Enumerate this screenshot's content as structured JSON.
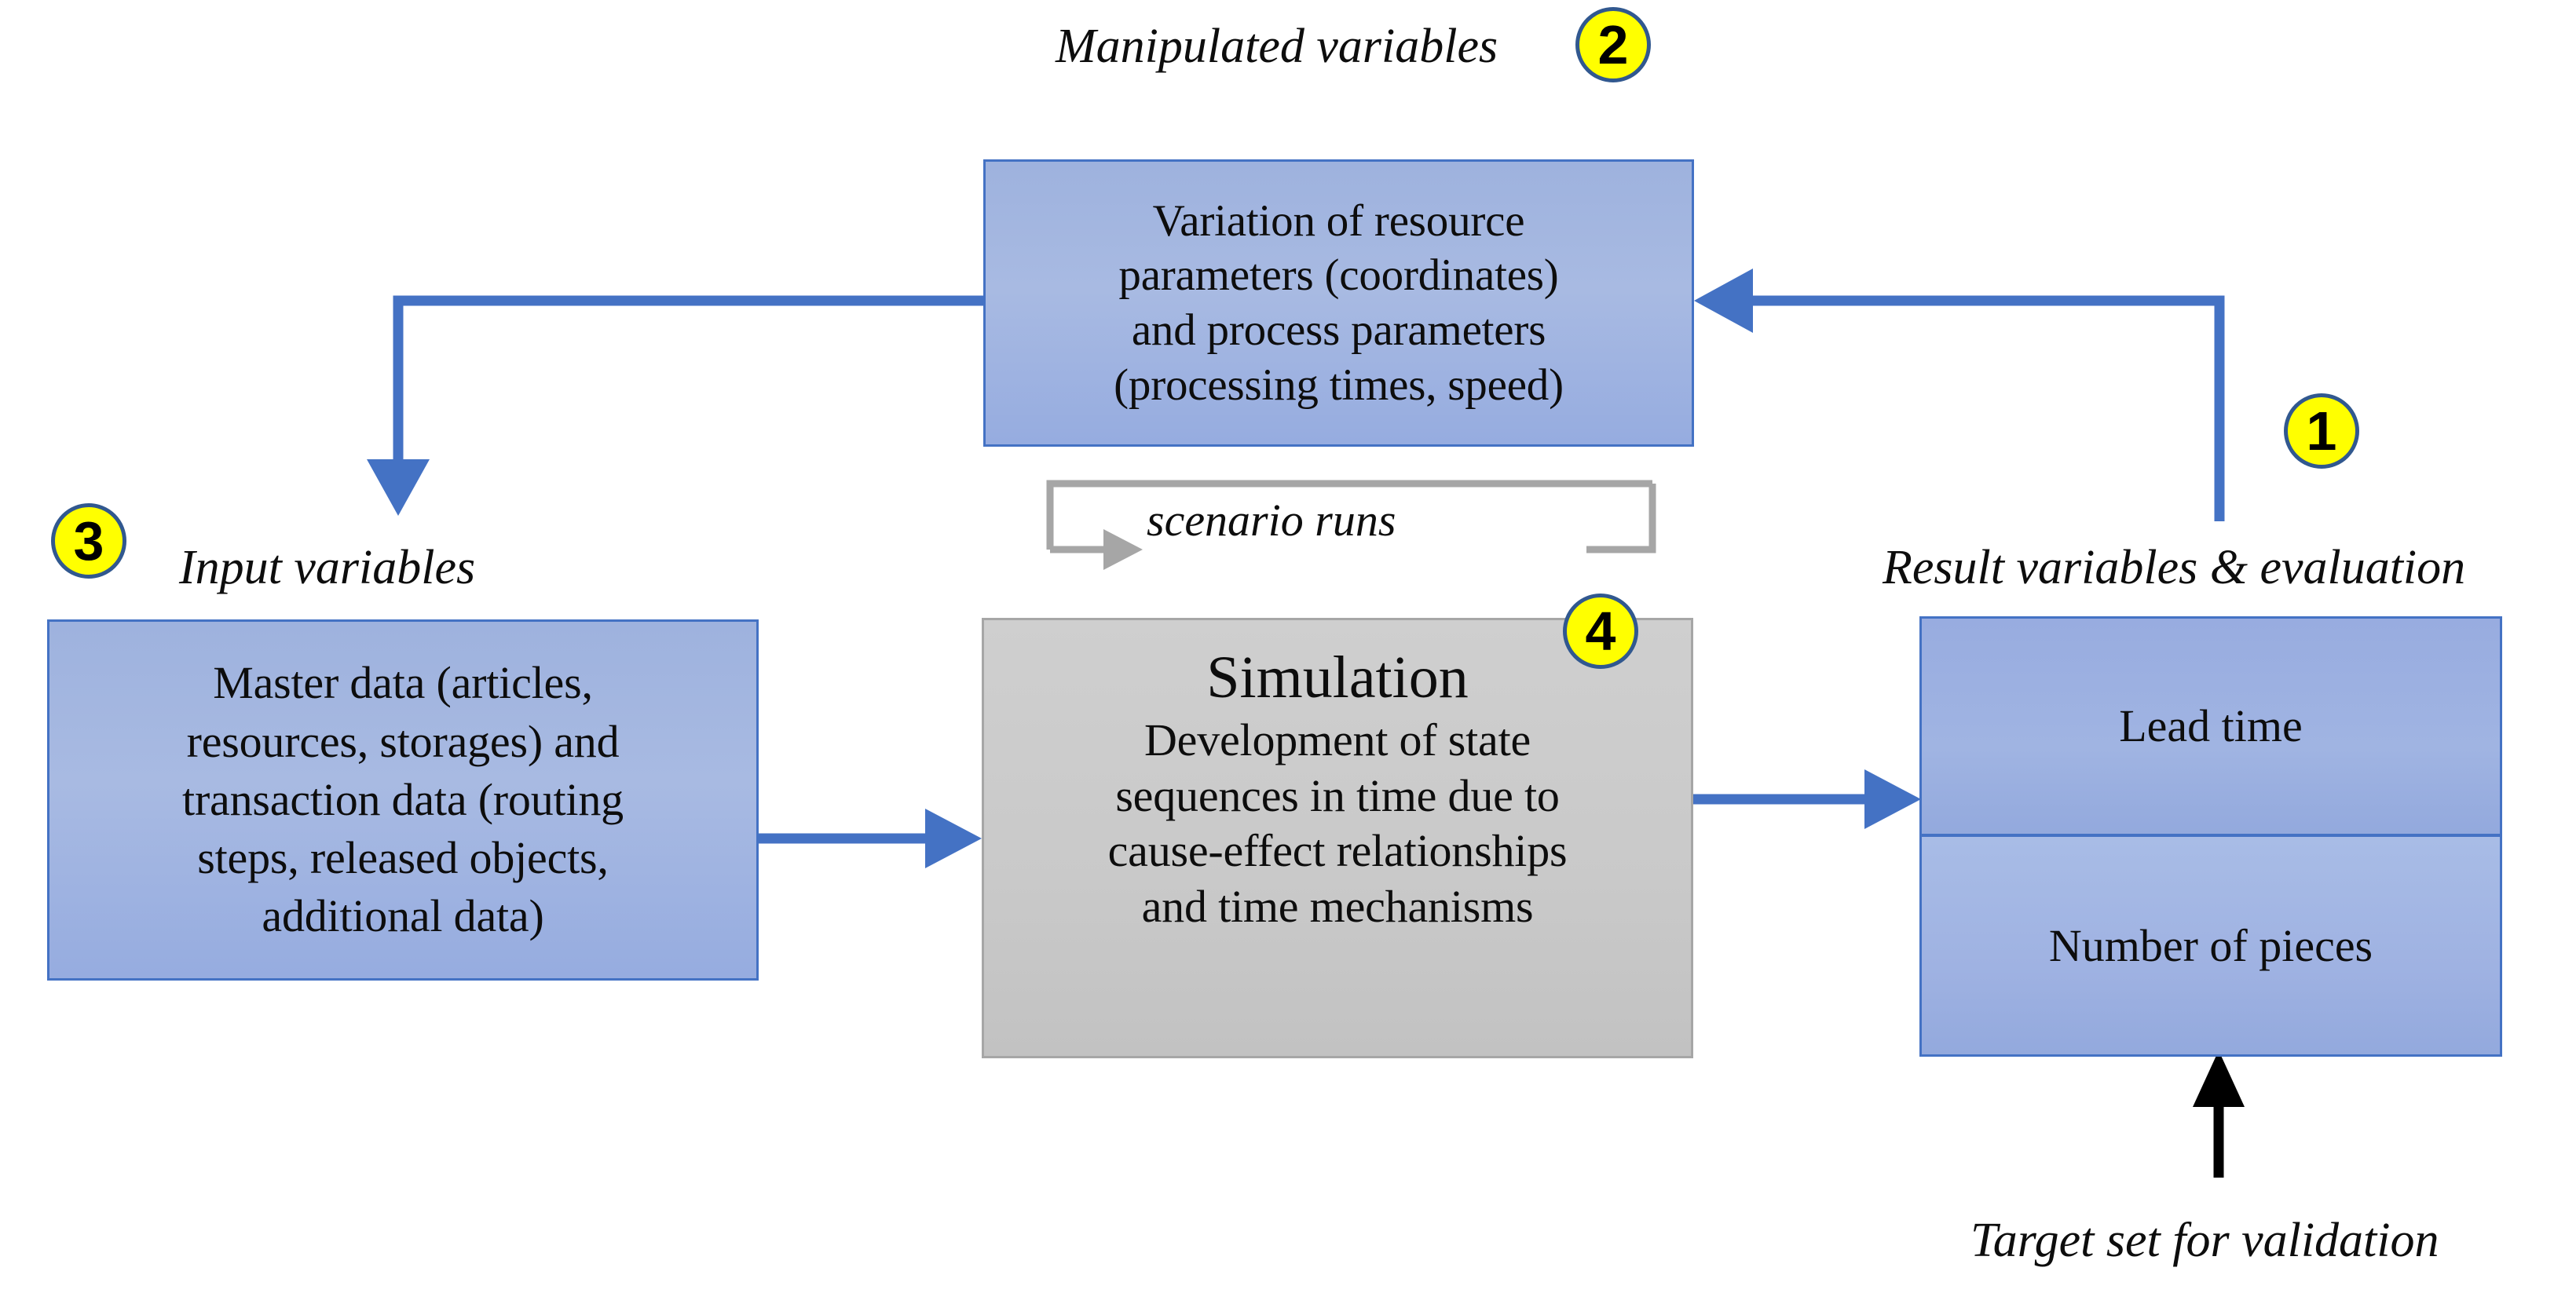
{
  "diagram": {
    "title": "Simulation study loop diagram",
    "colors": {
      "box_blue_fill": "#a2b5e1",
      "box_blue_border": "#4472c4",
      "box_gray_fill": "#c9c9c9",
      "box_gray_border": "#a6a6a6",
      "arrow_blue": "#4472c4",
      "arrow_gray": "#a6a6a6",
      "arrow_black": "#000000",
      "badge_fill": "#ffff00",
      "badge_border": "#31588f",
      "text": "#0d0d0d"
    },
    "captions": {
      "manipulated": "Manipulated variables",
      "input": "Input variables",
      "result": "Result variables & evaluation",
      "target": "Target set for validation",
      "scenario": "scenario runs"
    },
    "badges": [
      {
        "id": "1",
        "label": "1"
      },
      {
        "id": "2",
        "label": "2"
      },
      {
        "id": "3",
        "label": "3"
      },
      {
        "id": "4",
        "label": "4"
      }
    ],
    "boxes": {
      "manipulated": {
        "text": "Variation of resource\nparameters (coordinates)\nand process parameters\n(processing times, speed)"
      },
      "input": {
        "text": "Master data (articles,\nresources, storages) and\ntransaction data (routing\nsteps, released objects,\nadditional data)"
      },
      "simulation": {
        "title": "Simulation",
        "text": "Development of state\nsequences in time due to\ncause-effect relationships\nand time mechanisms"
      },
      "result": {
        "top": "Lead time",
        "bottom": "Number of pieces"
      }
    },
    "connectors": [
      {
        "name": "manipulated-to-input",
        "style": "elbow",
        "color": "#4472c4"
      },
      {
        "name": "result-to-manipulated",
        "style": "elbow",
        "color": "#4472c4"
      },
      {
        "name": "input-to-simulation",
        "style": "straight",
        "color": "#4472c4"
      },
      {
        "name": "simulation-to-result",
        "style": "straight",
        "color": "#4472c4"
      },
      {
        "name": "scenario-runs-loop",
        "style": "loop",
        "color": "#a6a6a6"
      },
      {
        "name": "target-validation",
        "style": "straight-up",
        "color": "#000000"
      }
    ]
  }
}
